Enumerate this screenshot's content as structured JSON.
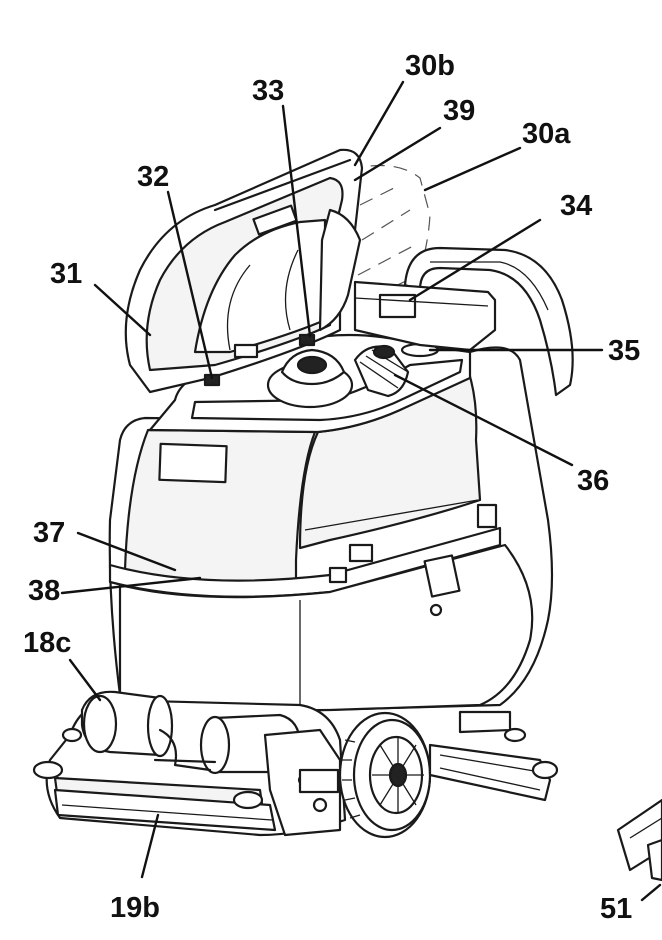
{
  "callouts": {
    "c30b": "30b",
    "c39": "39",
    "c33": "33",
    "c30a": "30a",
    "c32": "32",
    "c34": "34",
    "c31": "31",
    "c35": "35",
    "c36": "36",
    "c37": "37",
    "c38": "38",
    "c18c": "18c",
    "c19b": "19b",
    "c51": "51"
  }
}
